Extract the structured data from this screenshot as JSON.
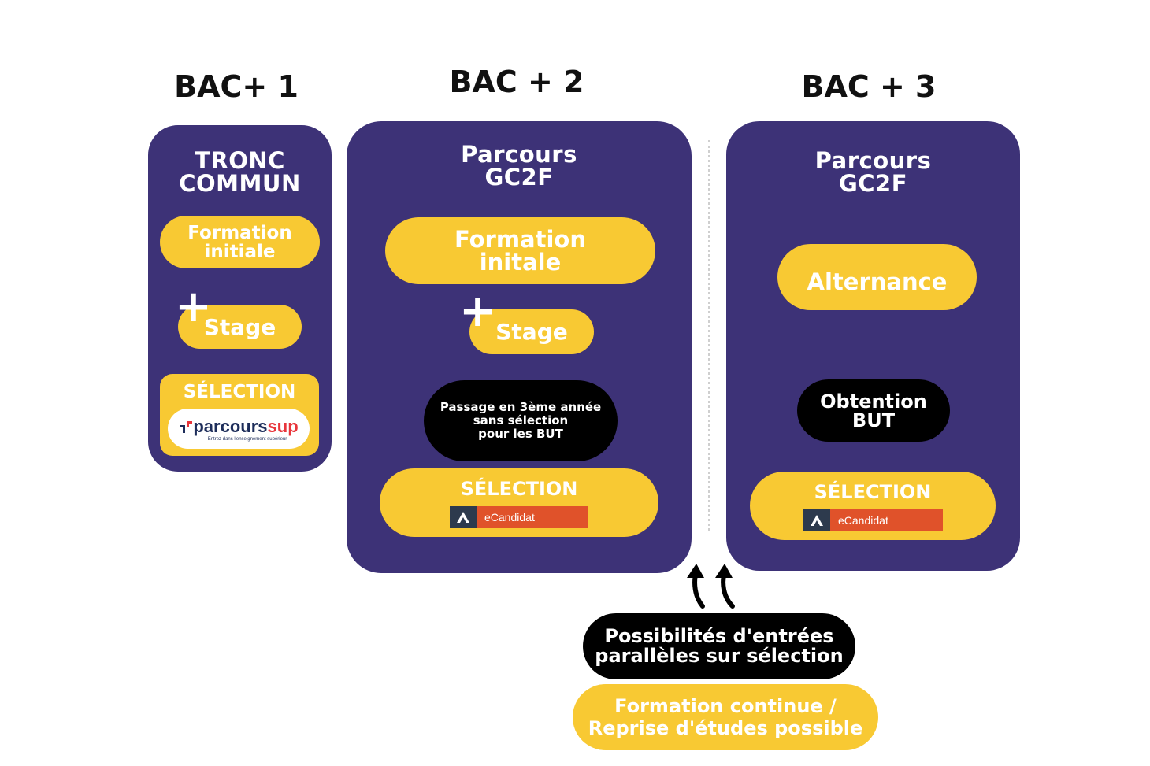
{
  "columns": {
    "bac1": {
      "year": "BAC+ 1",
      "title": [
        "TRONC",
        "COMMUN"
      ],
      "formation": [
        "Formation",
        "initiale"
      ],
      "plus": "+",
      "stage": "Stage",
      "selection": "SÉLECTION",
      "parcoursup": {
        "brand_prefix": "parcours",
        "brand_suffix": "up",
        "brand_s": "s",
        "tagline": "Entrez dans l'enseignement supérieur"
      }
    },
    "bac2": {
      "year": "BAC + 2",
      "title": [
        "Parcours",
        "GC2F"
      ],
      "formation": [
        "Formation",
        "initale"
      ],
      "plus": "+",
      "stage": "Stage",
      "passage": [
        "Passage en 3ème année",
        "sans sélection",
        "pour les BUT"
      ],
      "selection": "SÉLECTION",
      "ecandidat": "eCandidat"
    },
    "bac3": {
      "year": "BAC + 3",
      "title": [
        "Parcours",
        "GC2F"
      ],
      "alternance": "Alternance",
      "obtention": [
        "Obtention",
        "BUT"
      ],
      "selection": "SÉLECTION",
      "ecandidat": "eCandidat"
    }
  },
  "footer": {
    "parallel": [
      "Possibilités d'entrées",
      "parallèles sur sélection"
    ],
    "continue": [
      "Formation continue /",
      "Reprise d'études possible"
    ]
  },
  "colors": {
    "panel": "#3d3277",
    "pill": "#f8c933",
    "black": "#000000",
    "ecandidat": "#e0522a",
    "parcoursup_red": "#e8353b",
    "parcoursup_navy": "#1d2d5a"
  }
}
